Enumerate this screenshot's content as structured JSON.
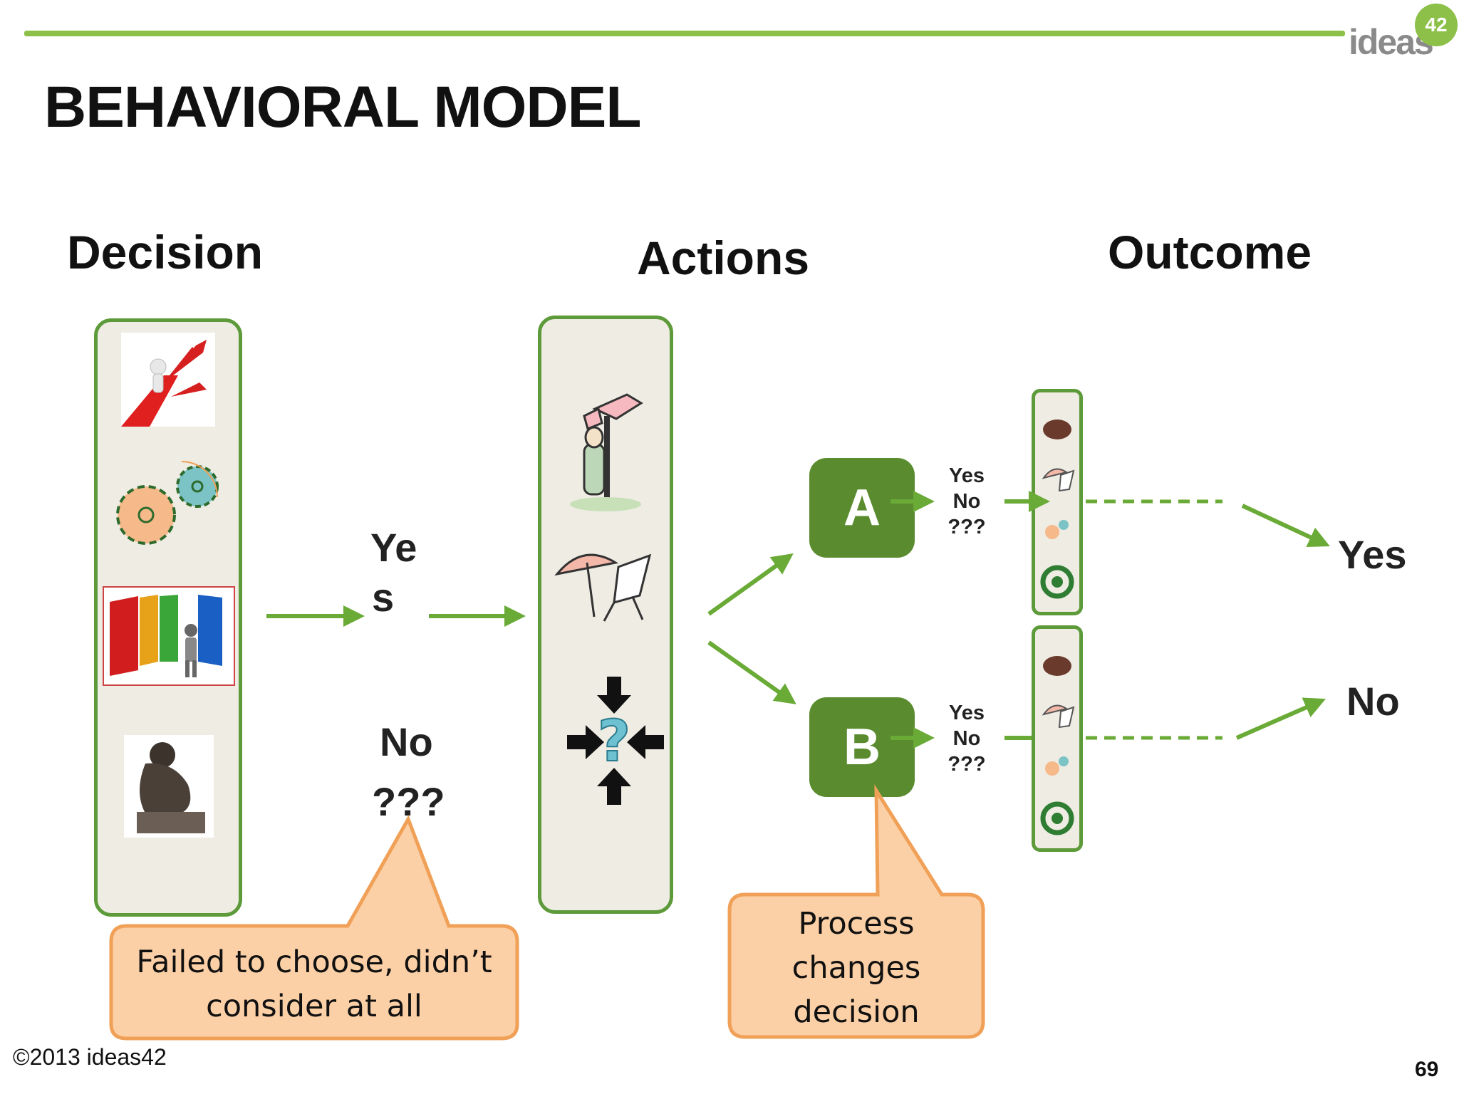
{
  "slide": {
    "title": "BEHAVIORAL MODEL",
    "brand": {
      "logo_text": "ideas",
      "logo_badge": "42",
      "accent_color": "#8dc049",
      "box_green": "#5a8c2f",
      "callout_fill": "#fcd0a6",
      "callout_stroke": "#f0a057"
    },
    "copyright": "©2013 ideas42",
    "page_number": "69"
  },
  "columns": {
    "decision": "Decision",
    "actions": "Actions",
    "outcome": "Outcome"
  },
  "decision_images": [
    "crossroads-arrows-icon",
    "gears-icon",
    "doors-choice-icon",
    "thinker-statue-icon"
  ],
  "action_images": [
    "direction-sign-icon",
    "beach-chair-icon",
    "question-arrows-icon"
  ],
  "decision_results": {
    "yes_line1": "Ye",
    "yes_line2": "s",
    "no": "No",
    "unknown": "???"
  },
  "choices": {
    "a": {
      "label": "A",
      "yes": "Yes",
      "no": "No",
      "unknown": "???"
    },
    "b": {
      "label": "B",
      "yes": "Yes",
      "no": "No",
      "unknown": "???"
    }
  },
  "outcomes": {
    "yes": "Yes",
    "no": "No"
  },
  "callouts": {
    "failed": {
      "line1": "Failed to choose, didn’t",
      "line2": "consider at all"
    },
    "process": {
      "line1": "Process",
      "line2": "changes",
      "line3": "decision"
    }
  }
}
